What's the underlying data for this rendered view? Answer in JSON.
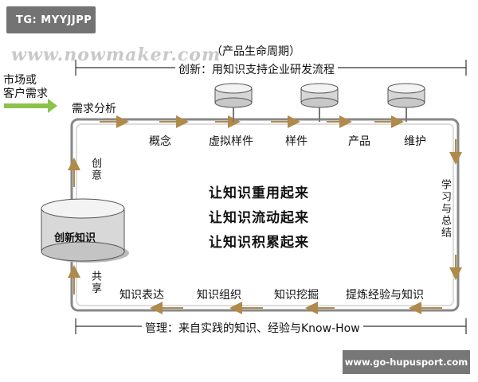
{
  "badges": {
    "tag": "TG: MYYJJPP",
    "site": "www.go-hupusport.com",
    "watermark": "www.nowmaker.com"
  },
  "header": {
    "lifecycle": "（产品生命周期）",
    "innovation": "创新：用知识支持企业研发流程"
  },
  "left": {
    "market_line1": "市场或",
    "market_line2": "客户需求",
    "demand": "需求分析"
  },
  "top_stages": [
    "概念",
    "虚拟样件",
    "样件",
    "产品",
    "维护"
  ],
  "bottom_stages": [
    "知识表达",
    "知识组织",
    "知识挖掘",
    "提炼经验与知识"
  ],
  "side": {
    "create": "创意",
    "share": "共享",
    "learn": "学习与总结"
  },
  "center": [
    "让知识重用起来",
    "让知识流动起来",
    "让知识积累起来"
  ],
  "database": "创新知识",
  "footer": "管理：来自实践的知识、经验与Know-How",
  "colors": {
    "loop": "#777777",
    "arrow": "#b08a4a",
    "cylinder_top": "#f3f3f3",
    "cylinder_side": "#c8c8c8",
    "green_arrow": "#8bc34a"
  }
}
